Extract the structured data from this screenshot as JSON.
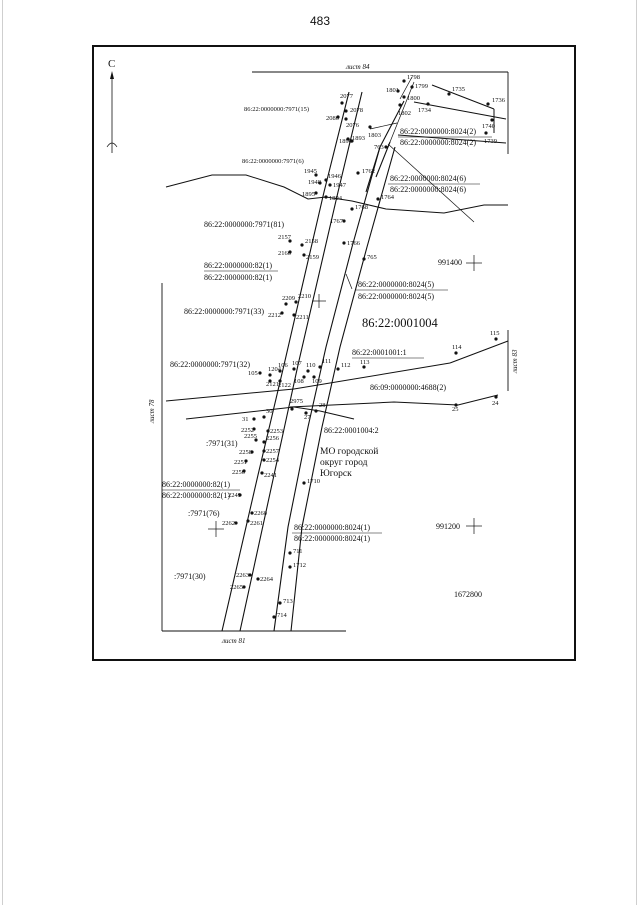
{
  "page": {
    "number": "483"
  },
  "map": {
    "north_label": "С",
    "sheet_labels": {
      "top": "лист 84",
      "bottom": "лист 81",
      "left": "лист 78",
      "right": "лист 83"
    },
    "quarter_label": "86:22:0001004",
    "municipality": [
      "МО городской",
      "округ город",
      "Югорск"
    ],
    "grid_labels": [
      "991400",
      "991200",
      "1672800"
    ],
    "parcel_labels": [
      "86:22:0000000:7971(15)",
      "86:22:0000000:7971(6)",
      "86:22:0000000:7971(81)",
      "86:22:0000000:82(1)",
      "86:22:0000000:82(1)",
      "86:22:0000000:7971(33)",
      "86:22:0000000:7971(32)",
      "86:22:0000000:8024(2)",
      "86:22:0000000:8024(2)",
      "86:22:0000000:8024(6)",
      "86:22:0000000:8024(6)",
      "86:22:0000000:8024(5)",
      "86:22:0000000:8024(5)",
      "86:22:0001001:1",
      "86:09:0000000:4688(2)",
      "86:22:0001004:2",
      ":7971(31)",
      "86:22:0000000:82(1)",
      "86:22:0000000:82(1)",
      ":7971(76)",
      "86:22:0000000:8024(1)",
      "86:22:0000000:8024(1)",
      ":7971(30)"
    ],
    "point_labels": [
      "1798",
      "1799",
      "1801",
      "1800",
      "1802",
      "1735",
      "1734",
      "1736",
      "1740",
      "1739",
      "2077",
      "2078",
      "2080",
      "2076",
      "1803",
      "1896",
      "1893",
      "763",
      "1762",
      "1945",
      "1946",
      "1948",
      "1947",
      "1895",
      "1894",
      "1764",
      "1768",
      "1767",
      "1766",
      "765",
      "2157",
      "2158",
      "2160",
      "2159",
      "2209",
      "2210",
      "2212",
      "2211",
      "115",
      "114",
      "113",
      "112",
      "105",
      "1204",
      "106",
      "107",
      "110",
      "111",
      "2121",
      "2122",
      "108",
      "109",
      "25",
      "24",
      "2975",
      "27",
      "28",
      "31",
      "30",
      "2252",
      "2253",
      "2255",
      "2256",
      "2258",
      "2257",
      "2251",
      "2254",
      "2250",
      "2241",
      "1710",
      "2249",
      "2260",
      "2262",
      "2261",
      "711",
      "1712",
      "2263",
      "2264",
      "2265",
      "713",
      "714"
    ]
  }
}
